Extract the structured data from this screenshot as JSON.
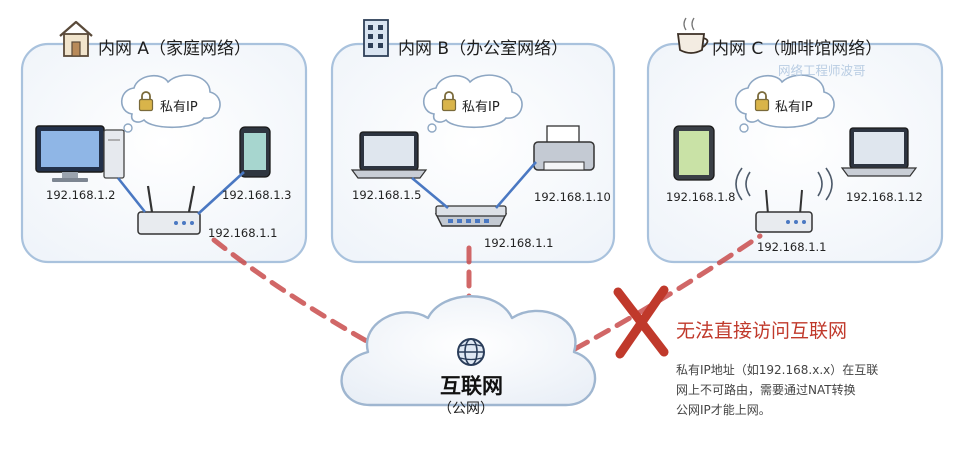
{
  "networks": [
    {
      "title": "内网 A（家庭网络）",
      "bubble": "私有IP",
      "icon": "house-icon",
      "devices": [
        {
          "name": "desktop-computer",
          "ip": "192.168.1.2"
        },
        {
          "name": "smartphone",
          "ip": "192.168.1.3"
        },
        {
          "name": "wifi-router",
          "ip": "192.168.1.1"
        }
      ]
    },
    {
      "title": "内网 B（办公室网络）",
      "bubble": "私有IP",
      "icon": "office-building-icon",
      "devices": [
        {
          "name": "laptop",
          "ip": "192.168.1.5"
        },
        {
          "name": "printer",
          "ip": "192.168.1.10"
        },
        {
          "name": "network-switch",
          "ip": "192.168.1.1"
        }
      ]
    },
    {
      "title": "内网 C（咖啡馆网络）",
      "bubble": "私有IP",
      "icon": "coffee-cup-icon",
      "devices": [
        {
          "name": "tablet",
          "ip": "192.168.1.8"
        },
        {
          "name": "laptop",
          "ip": "192.168.1.12"
        },
        {
          "name": "wifi-router",
          "ip": "192.168.1.1"
        }
      ]
    }
  ],
  "watermark": "网络工程师波哥",
  "cloud": {
    "title": "互联网",
    "subtitle": "（公网）",
    "icon": "globe-icon"
  },
  "blocked": {
    "label": "无法直接访问互联网",
    "note_lines": [
      "私有IP地址（如192.168.x.x）在互联",
      "网上不可路由，需要通过NAT转换",
      "公网IP才能上网。"
    ]
  },
  "colors": {
    "box_border": "#a9c2dd",
    "link_blue": "#4a78c2",
    "link_red_dashed": "#c94c4c",
    "cross_red": "#c0392b",
    "lock_gold": "#d9b44a"
  }
}
